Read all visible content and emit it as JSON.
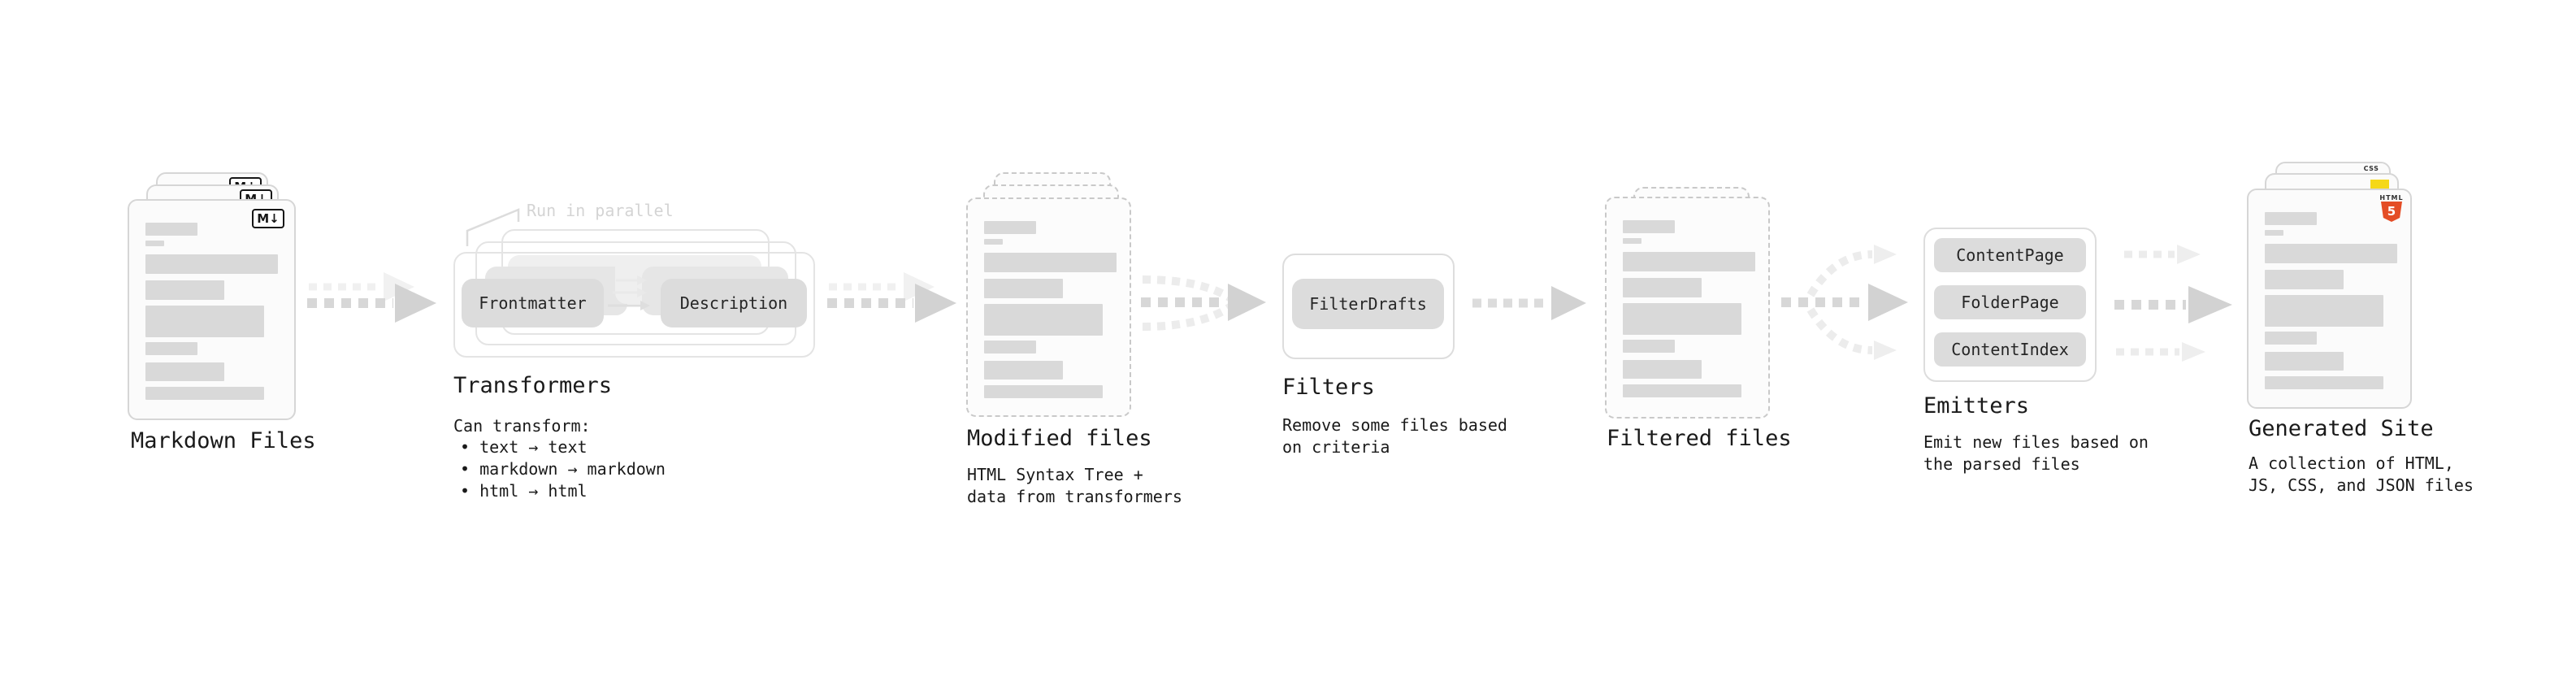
{
  "diagram": {
    "stages": {
      "markdown_files": {
        "label": "Markdown Files",
        "badge": "M↓"
      },
      "transformers": {
        "parallel_note": "Run in parallel",
        "pill_left": "Frontmatter",
        "pill_right": "Description",
        "title": "Transformers",
        "subtitle": "Can transform:",
        "bullets": [
          "• text → text",
          "• markdown → markdown",
          "• html → html"
        ]
      },
      "modified_files": {
        "label": "Modified files",
        "caption": [
          "HTML Syntax Tree +",
          "data from transformers"
        ]
      },
      "filters": {
        "title": "Filters",
        "pill": "FilterDrafts",
        "caption": [
          "Remove some files based",
          "on criteria"
        ]
      },
      "filtered_files": {
        "label": "Filtered files"
      },
      "emitters": {
        "title": "Emitters",
        "pills": [
          "ContentPage",
          "FolderPage",
          "ContentIndex"
        ],
        "caption": [
          "Emit new files based on",
          "the parsed files"
        ]
      },
      "generated_site": {
        "label": "Generated Site",
        "caption": [
          "A collection of HTML,",
          "JS, CSS, and JSON files"
        ],
        "css_badge": "CSS",
        "html5_badge": {
          "label": "HTML",
          "number": "5"
        }
      }
    },
    "colors": {
      "arrow_main": "#d7d7d7",
      "arrow_head": "#d2d2d2",
      "arrow_ghost": "#f0f0f0",
      "bar_fill": "#d9d9d9",
      "pill_fill": "#dcdcdc",
      "text": "#1a1a1a",
      "note_gray": "#d4d4d4",
      "css_blue": "#264de4",
      "js_yellow": "#f5d818",
      "html5_orange": "#e44d26"
    }
  }
}
